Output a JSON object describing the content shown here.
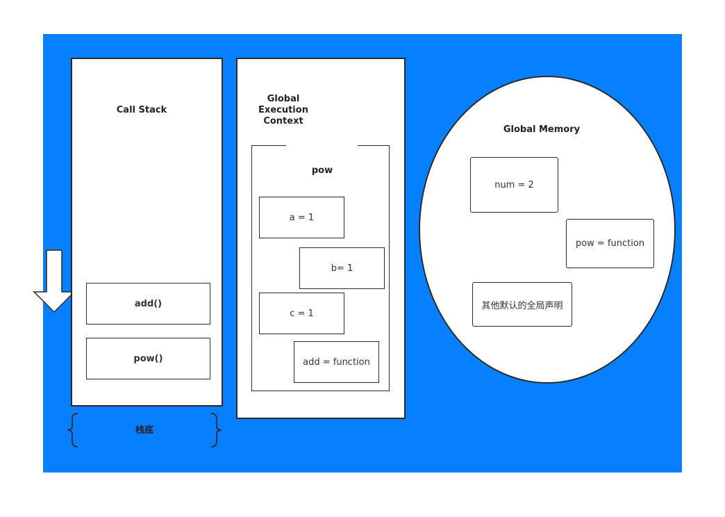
{
  "call_stack": {
    "title": "Call Stack",
    "frames": [
      "add()",
      "pow()"
    ],
    "bottom_label": "栈底"
  },
  "execution_context": {
    "title": "Global\nExecution\nContext",
    "function_name": "pow",
    "variables": [
      "a = 1",
      "b= 1",
      "c = 1",
      "add = function"
    ]
  },
  "global_memory": {
    "title": "Global Memory",
    "entries": [
      "num = 2",
      "pow = function",
      "其他默认的全局声明"
    ]
  },
  "colors": {
    "background": "#0780ff",
    "panel": "#ffffff",
    "stroke": "#2a2a2a"
  },
  "icons": [
    "down-arrow-icon",
    "left-brace-icon",
    "right-brace-icon"
  ]
}
